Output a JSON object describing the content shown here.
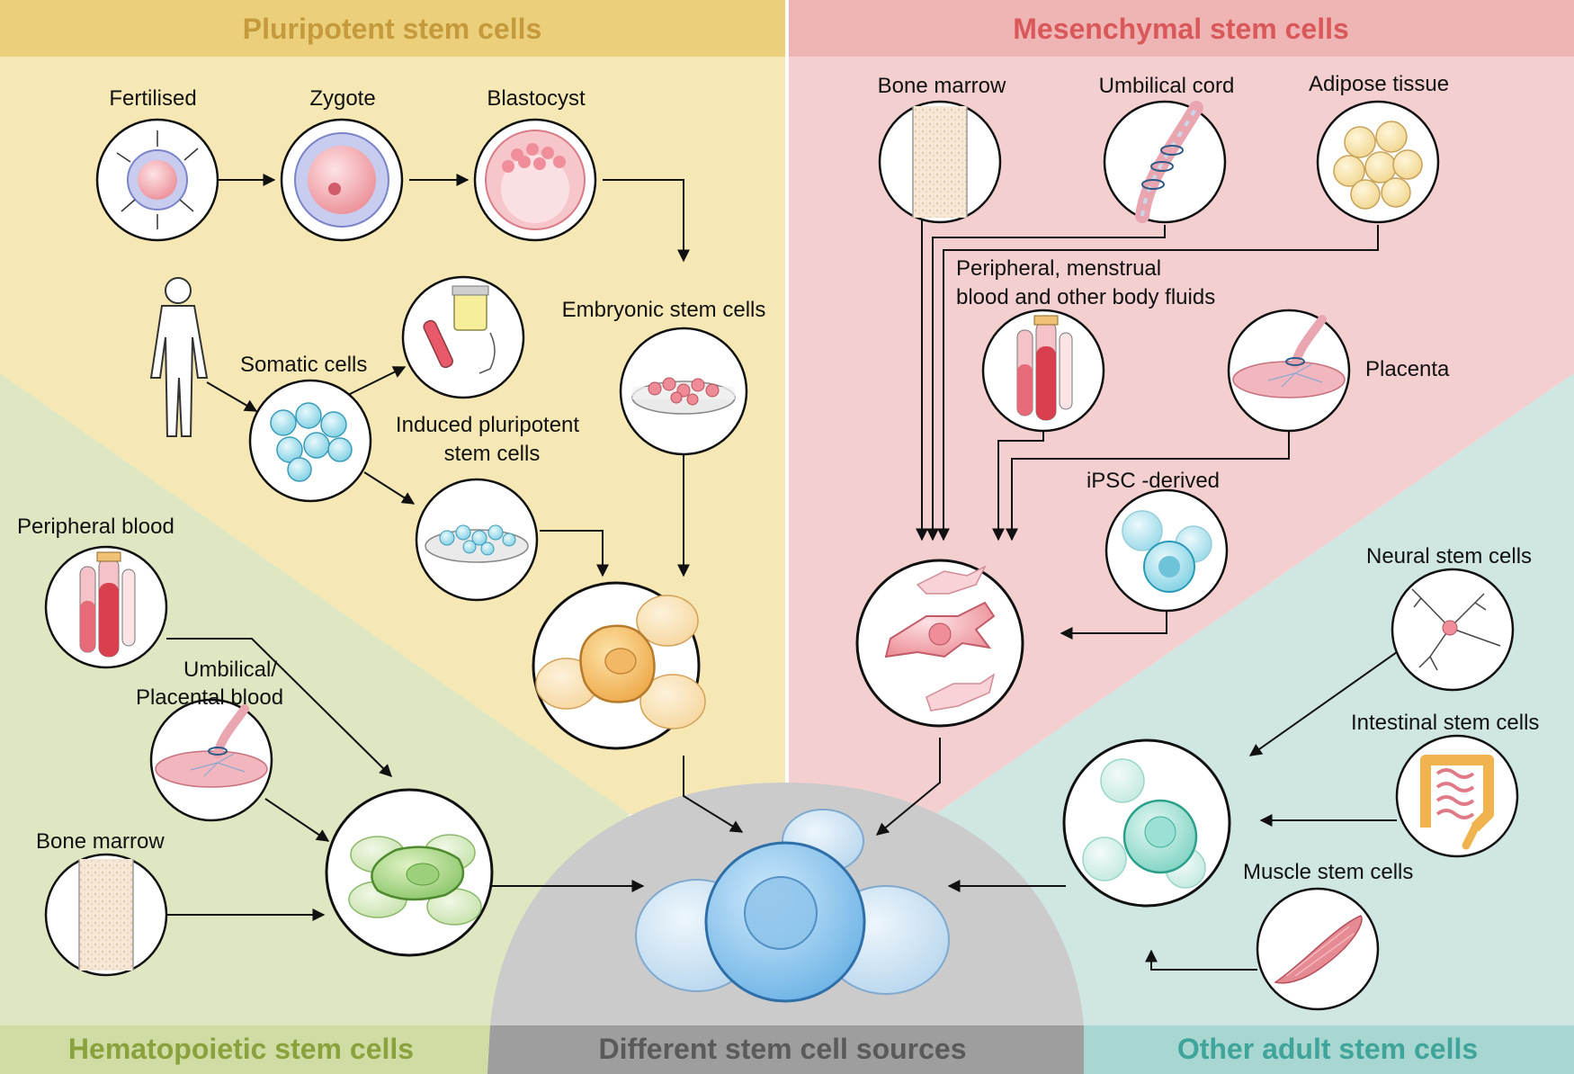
{
  "sections": {
    "pluripotent": "Pluripotent stem cells",
    "mesenchymal": "Mesenchymal stem cells",
    "hematopoietic": "Hematopoietic stem cells",
    "other_adult": "Other adult stem cells",
    "center": "Different stem cell sources"
  },
  "labels": {
    "fertilised": "Fertilised",
    "zygote": "Zygote",
    "blastocyst": "Blastocyst",
    "somatic_cells": "Somatic cells",
    "embryonic_stem_cells": "Embryonic stem cells",
    "ipsc_line1": "Induced pluripotent",
    "ipsc_line2": "stem cells",
    "msc_bone_marrow": "Bone marrow",
    "umbilical_cord": "Umbilical cord",
    "adipose_tissue": "Adipose tissue",
    "peripheral_line1": "Peripheral, menstrual",
    "peripheral_line2": "blood and other body fluids",
    "placenta": "Placenta",
    "ipsc_derived": "iPSC -derived",
    "peripheral_blood": "Peripheral blood",
    "umbilical_placental_line1": "Umbilical/",
    "umbilical_placental_line2": "Placental blood",
    "hsc_bone_marrow": "Bone marrow",
    "neural_stem_cells": "Neural stem cells",
    "intestinal_stem_cells": "Intestinal stem cells",
    "muscle_stem_cells": "Muscle stem cells"
  },
  "colors": {
    "pluripotent_bg": "#f5e8b5",
    "pluripotent_header": "#eccf7a",
    "pluripotent_title": "#c49a3c",
    "mesenchymal_bg": "#f3cfcf",
    "mesenchymal_header": "#efb4b4",
    "mesenchymal_title": "#d9585a",
    "hematopoietic_bg": "#dfe6c2",
    "hematopoietic_header": "#cfdca3",
    "hematopoietic_title": "#8aa23c",
    "other_bg": "#cfe6e3",
    "other_header": "#a8d6d1",
    "other_title": "#3fa59a",
    "center_bg": "#cbcbcb",
    "center_header": "#9e9e9e",
    "center_title": "#5a5a5a"
  }
}
